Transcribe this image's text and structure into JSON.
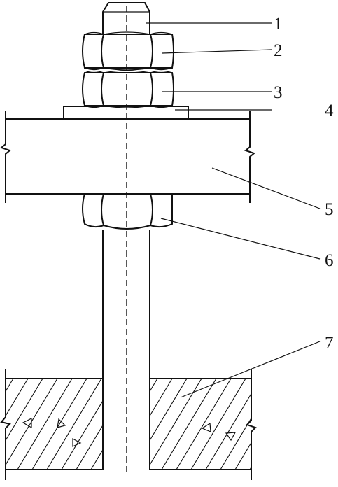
{
  "figure": {
    "description_labels": [
      "1",
      "2",
      "3",
      "4",
      "5",
      "6",
      "7"
    ],
    "parts": [
      {
        "id": "bolt-rod",
        "label": "1"
      },
      {
        "id": "upper-nut",
        "label": "2"
      },
      {
        "id": "lower-nut",
        "label": "3"
      },
      {
        "id": "washer",
        "label": "4"
      },
      {
        "id": "base-plate",
        "label": "5"
      },
      {
        "id": "leveling-nut",
        "label": "6"
      },
      {
        "id": "concrete-foundation",
        "label": "7"
      }
    ]
  }
}
